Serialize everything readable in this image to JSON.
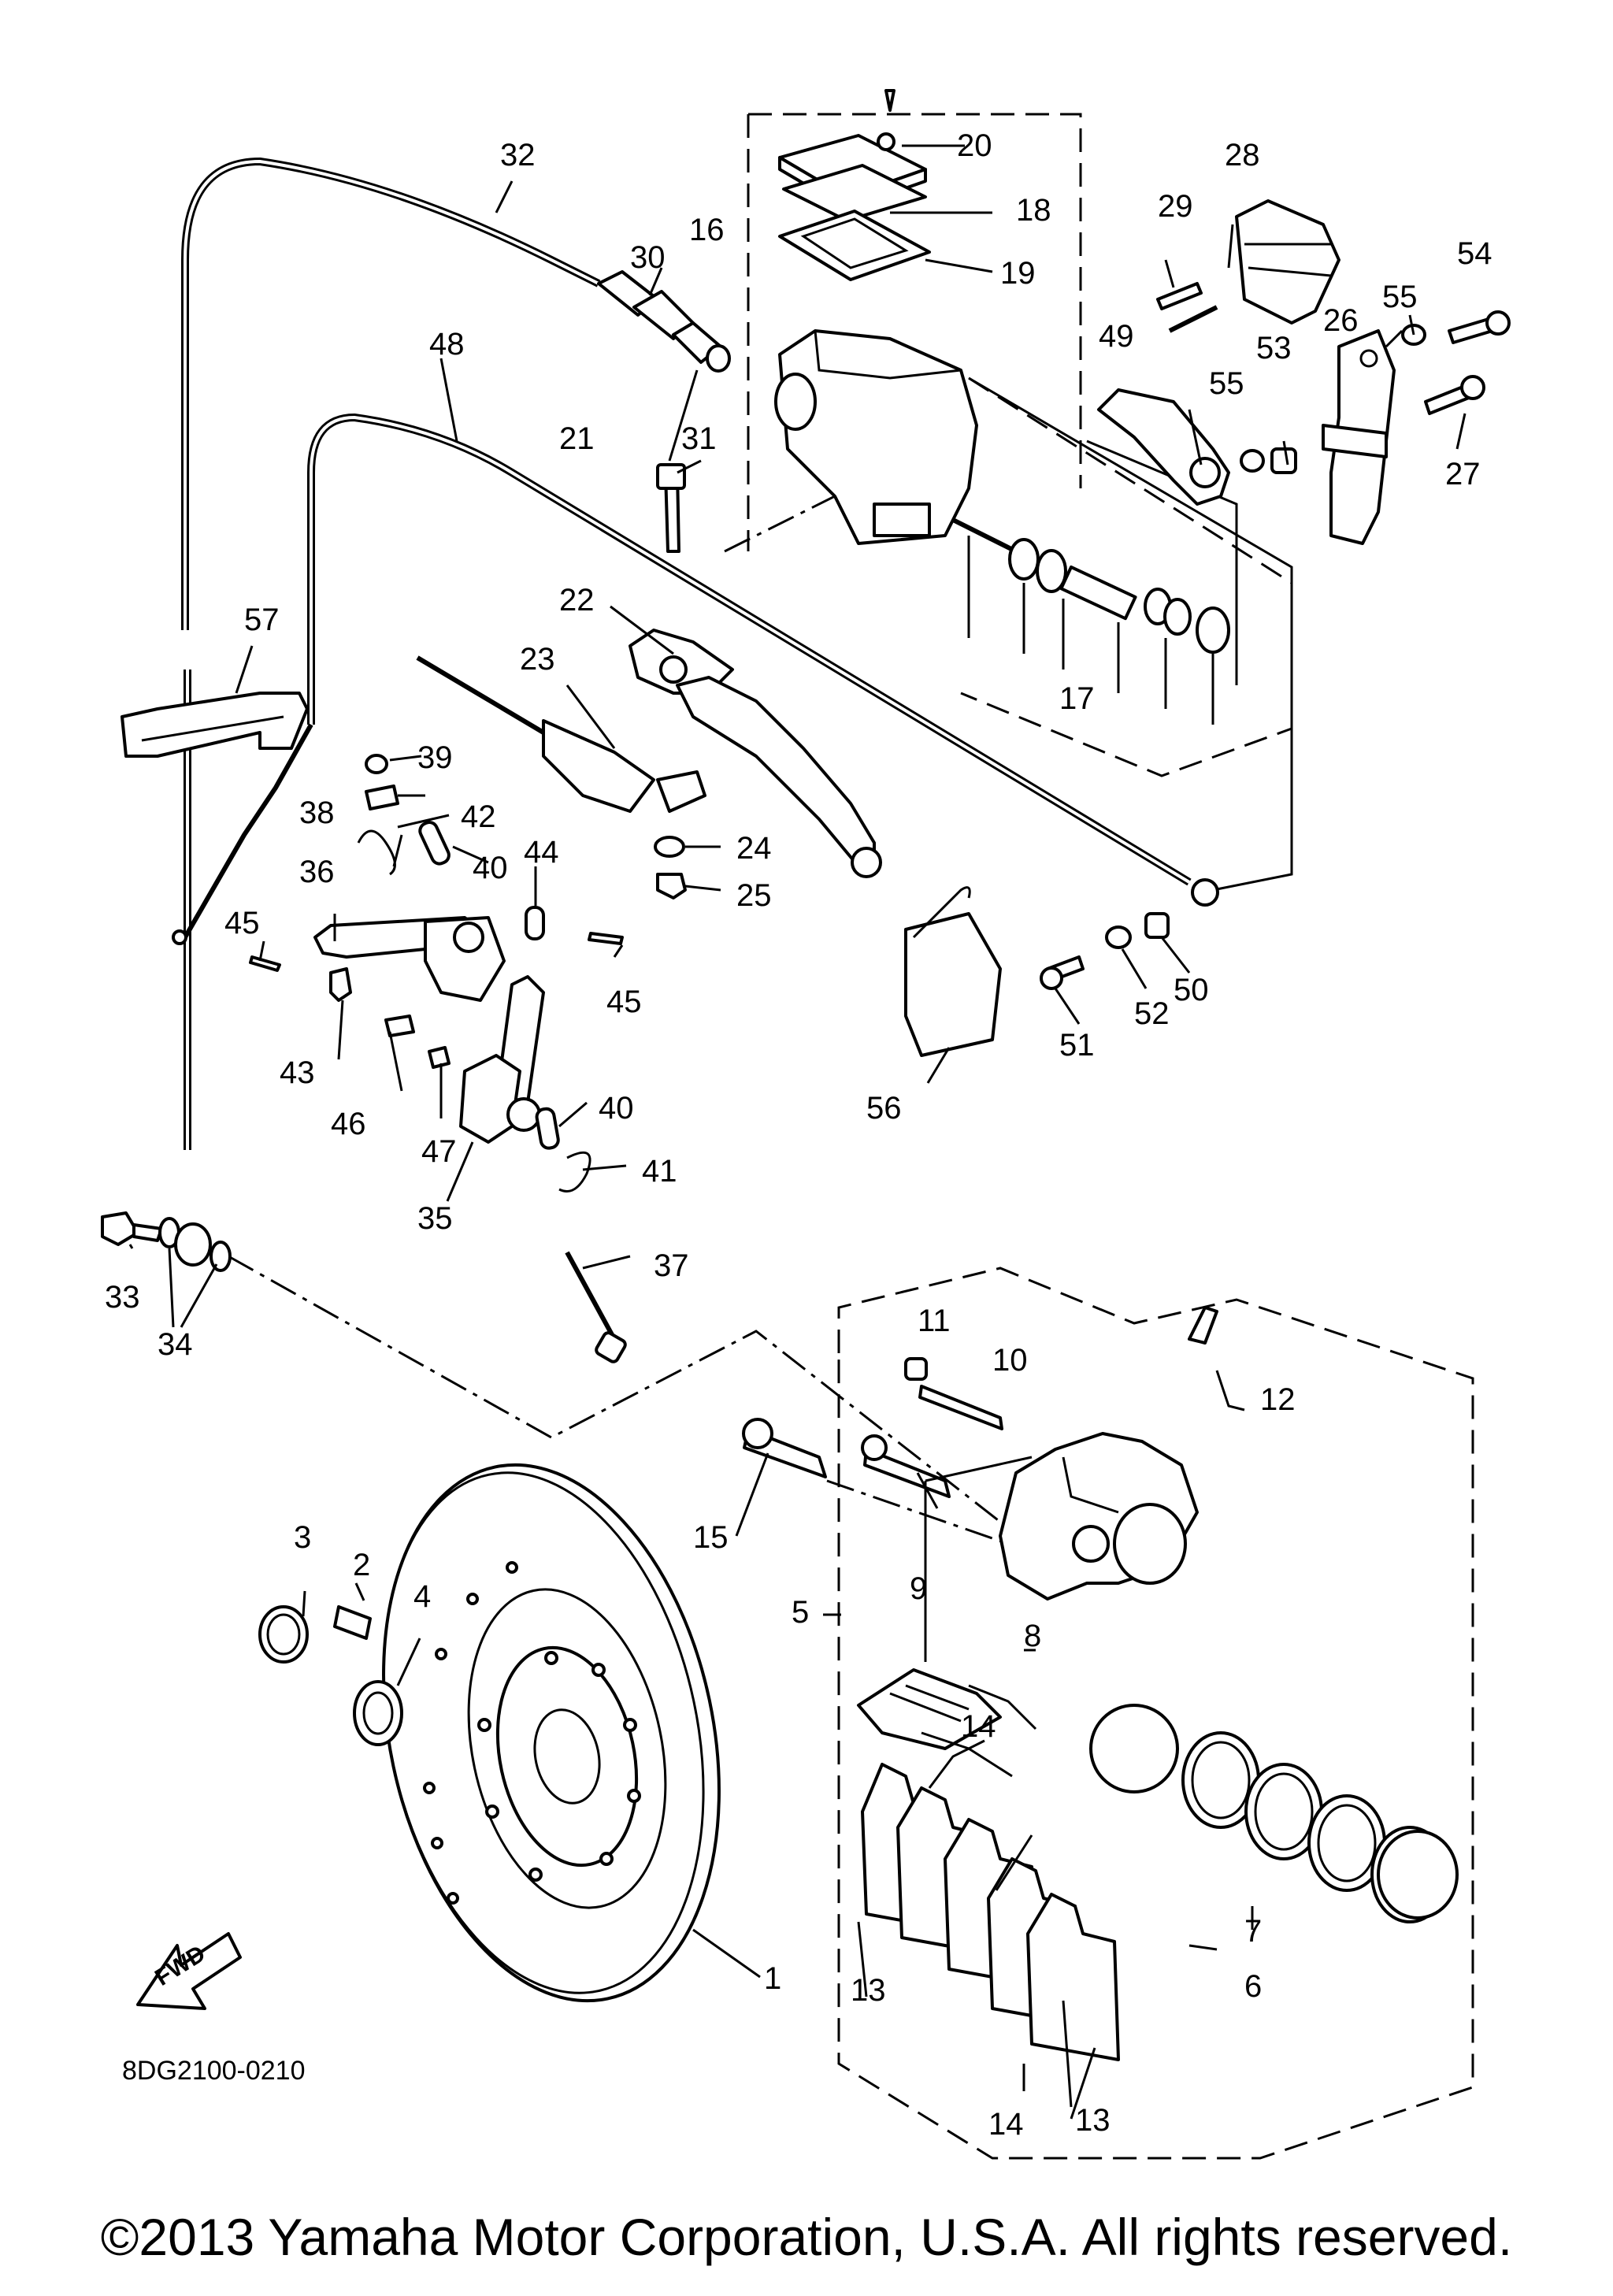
{
  "diagram": {
    "drawing_code": "8DG2100-0210",
    "fwd_label": "FWD",
    "copyright": "©2013 Yamaha Motor Corporation, U.S.A. All rights reserved.",
    "callouts": {
      "c1": "1",
      "c2": "2",
      "c3": "3",
      "c4": "4",
      "c5": "5",
      "c6": "6",
      "c7": "7",
      "c8": "8",
      "c9": "9",
      "c10": "10",
      "c11": "11",
      "c12": "12",
      "c13a": "13",
      "c13b": "13",
      "c14a": "14",
      "c14b": "14",
      "c15": "15",
      "c16": "16",
      "c17": "17",
      "c18": "18",
      "c19": "19",
      "c20": "20",
      "c21": "21",
      "c22": "22",
      "c23": "23",
      "c24": "24",
      "c25": "25",
      "c26": "26",
      "c27": "27",
      "c28": "28",
      "c29": "29",
      "c30": "30",
      "c31": "31",
      "c32": "32",
      "c33": "33",
      "c34": "34",
      "c35": "35",
      "c36": "36",
      "c37": "37",
      "c38": "38",
      "c39": "39",
      "c40a": "40",
      "c40b": "40",
      "c41": "41",
      "c42": "42",
      "c43": "43",
      "c44": "44",
      "c45a": "45",
      "c45b": "45",
      "c46": "46",
      "c47": "47",
      "c48": "48",
      "c49": "49",
      "c50": "50",
      "c51": "51",
      "c52": "52",
      "c53": "53",
      "c54": "54",
      "c55a": "55",
      "c55b": "55",
      "c56": "56",
      "c57": "57"
    }
  }
}
